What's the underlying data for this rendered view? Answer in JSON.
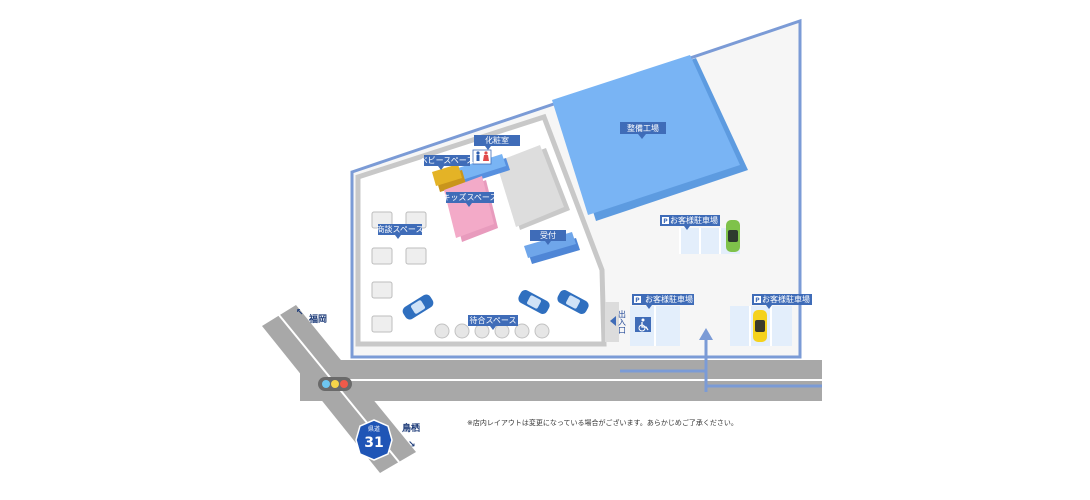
{
  "colors": {
    "lot_outline": "#7b9bd6",
    "lot_fill": "#f6f6f6",
    "building_outline": "#c8c8c8",
    "road": "#a8a8a8",
    "road_line": "#ffffff",
    "workshop": "#79b4f4",
    "label_bg": "#3f6cb8",
    "baby_space": "#e4b326",
    "kids_space": "#f3aac8",
    "reception": "#6fa6ea",
    "office_block": "#d9d9d9",
    "route_badge": "#1f55b6"
  },
  "labels": {
    "workshop": "整備工場",
    "restroom": "化粧室",
    "baby_space": "ベビースペース",
    "kids_space": "キッズスペース",
    "business_space": "商談スペース",
    "reception": "受付",
    "waiting_space": "待合スペース",
    "entrance_exit": "出入口",
    "parking_top": "お客様駐車場",
    "parking_left": "お客様駐車場",
    "parking_right": "お客様駐車場",
    "parking_symbol": "P"
  },
  "directions": {
    "fukuoka": "福岡",
    "tosu": "鳥栖",
    "arrow_up_left": "↖",
    "arrow_down_right": "↘"
  },
  "route": {
    "kind": "県道",
    "number": "31"
  },
  "note": "※店内レイアウトは変更になっている場合がございます。あらかじめご了承ください。",
  "icons": {
    "restroom": "restroom-icon",
    "wheelchair": "wheelchair-icon",
    "traffic_light": "traffic-light-icon",
    "car": "car-icon"
  }
}
